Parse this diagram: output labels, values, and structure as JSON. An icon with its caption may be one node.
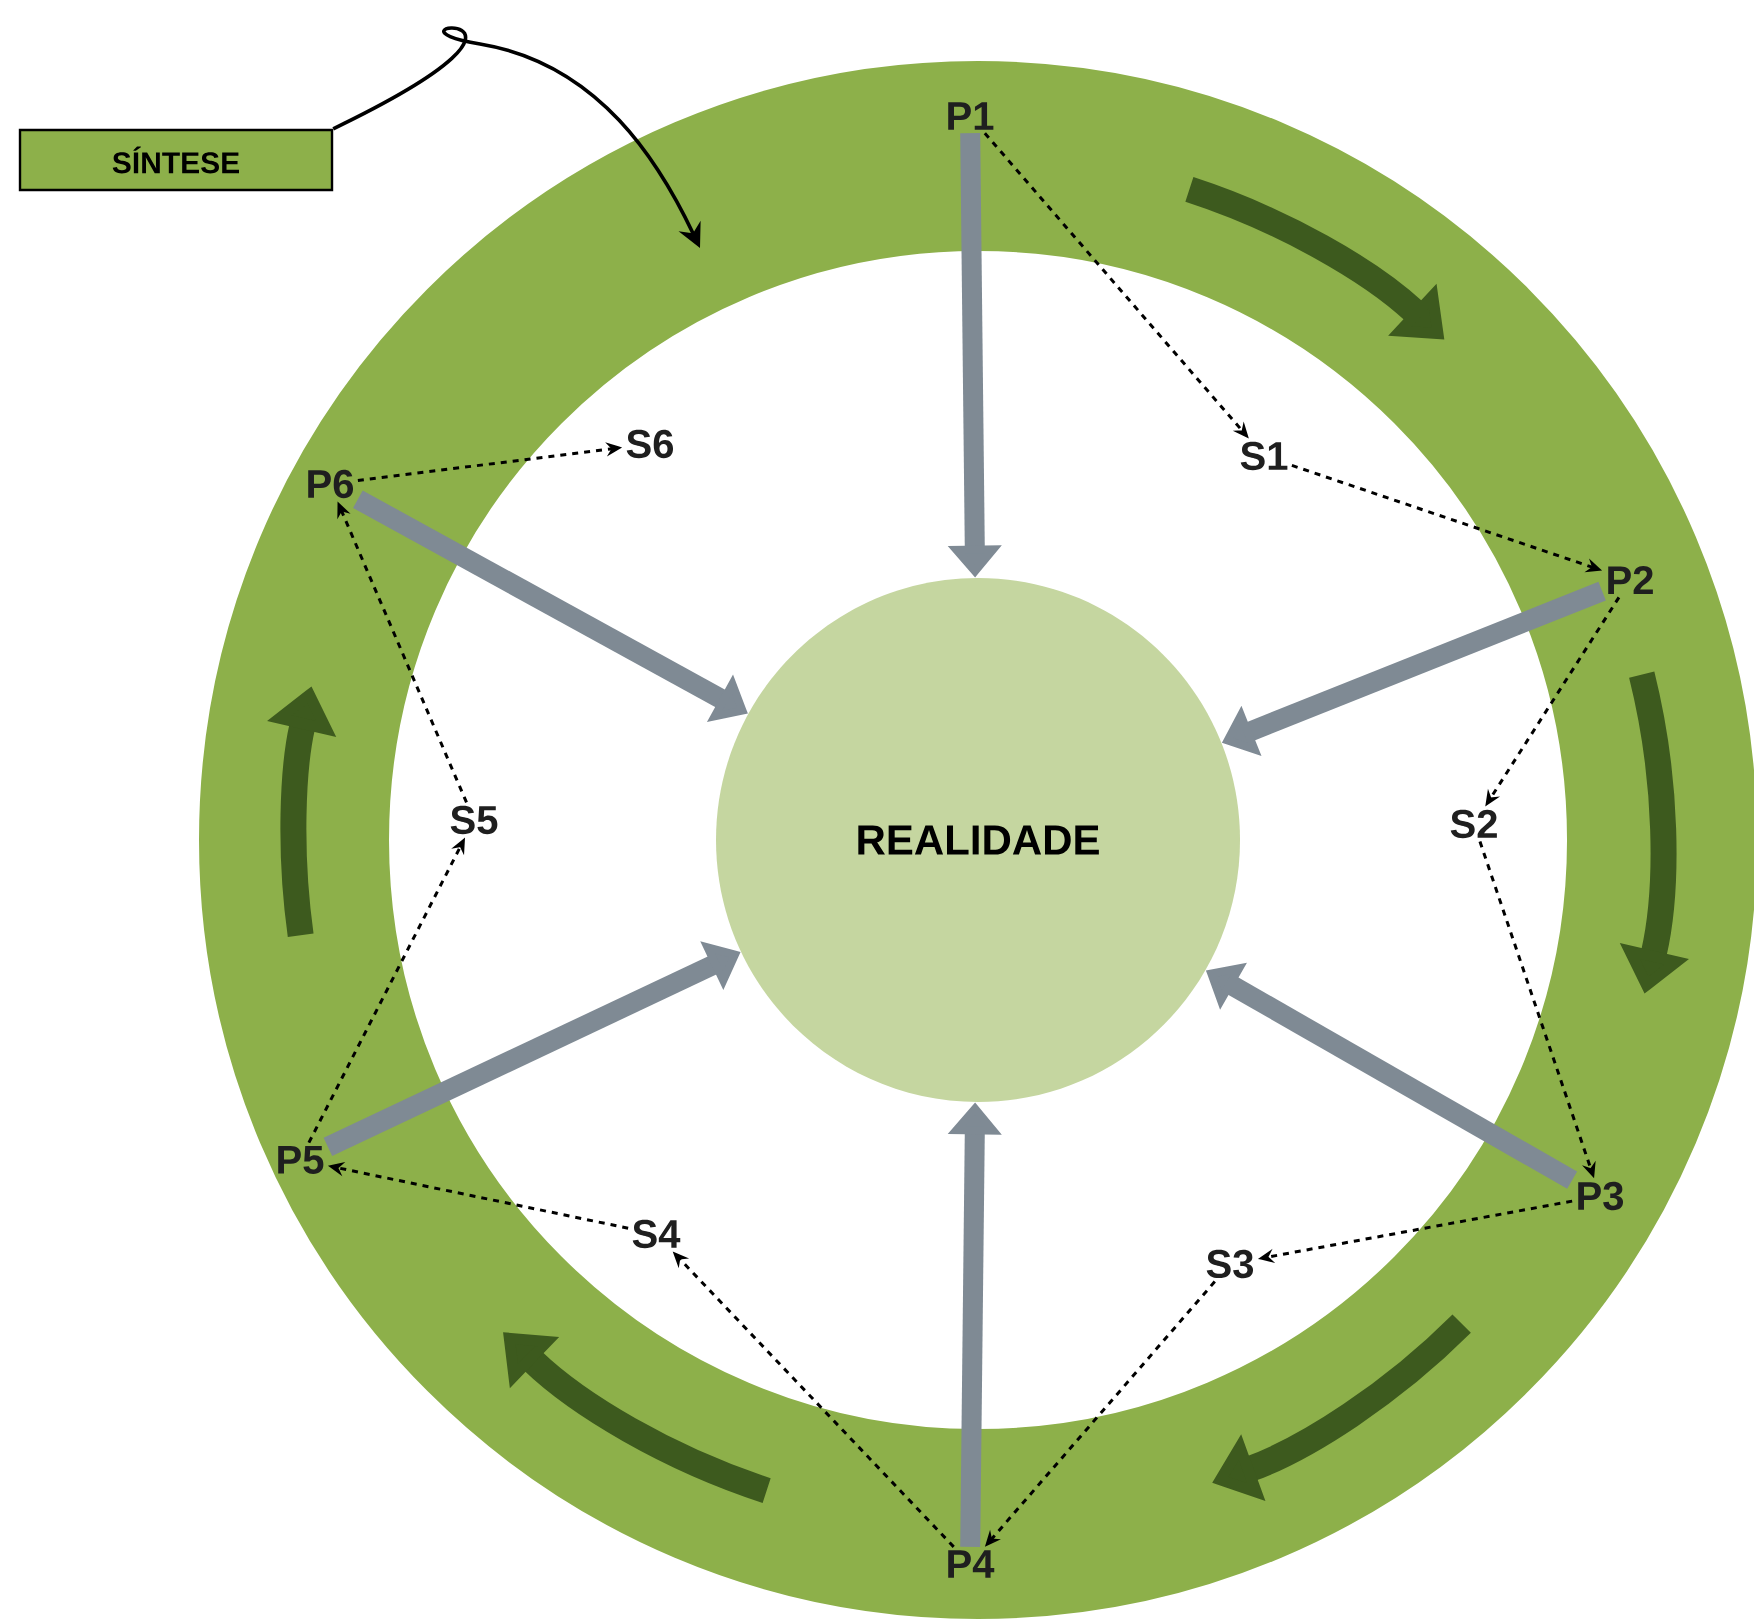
{
  "diagram": {
    "nodes": [
      {
        "text": [
          "SÍNTESE"
        ]
      },
      {
        "text": [
          "REALIDADE"
        ]
      },
      {
        "text": [
          "P1"
        ]
      },
      {
        "text": [
          "P2"
        ]
      },
      {
        "text": [
          "P3"
        ]
      },
      {
        "text": [
          "P4"
        ]
      },
      {
        "text": [
          "P5"
        ]
      },
      {
        "text": [
          "P6"
        ]
      },
      {
        "text": [
          "S1"
        ]
      },
      {
        "text": [
          "S2"
        ]
      },
      {
        "text": [
          "S3"
        ]
      },
      {
        "text": [
          "S4"
        ]
      },
      {
        "text": [
          "S5"
        ]
      },
      {
        "text": [
          "S6"
        ]
      }
    ],
    "edges": [
      {
        "from": 0,
        "to": null,
        "arrow": "to"
      },
      {
        "from": 2,
        "to": 1,
        "arrow": "to",
        "style": "thick",
        "color": "#7f8a94"
      },
      {
        "from": 3,
        "to": 1,
        "arrow": "to",
        "style": "thick",
        "color": "#7f8a94"
      },
      {
        "from": 4,
        "to": 1,
        "arrow": "to",
        "style": "thick",
        "color": "#7f8a94"
      },
      {
        "from": 5,
        "to": 1,
        "arrow": "to",
        "style": "thick",
        "color": "#7f8a94"
      },
      {
        "from": 6,
        "to": 1,
        "arrow": "to",
        "style": "thick",
        "color": "#7f8a94"
      },
      {
        "from": 7,
        "to": 1,
        "arrow": "to",
        "style": "thick",
        "color": "#7f8a94"
      },
      {
        "from": 2,
        "to": 8,
        "arrow": "to",
        "style": "dashed"
      },
      {
        "from": 8,
        "to": 3,
        "arrow": "to",
        "style": "dashed"
      },
      {
        "from": 3,
        "to": 9,
        "arrow": "to",
        "style": "dashed"
      },
      {
        "from": 9,
        "to": 4,
        "arrow": "to",
        "style": "dashed"
      },
      {
        "from": 4,
        "to": 10,
        "arrow": "to",
        "style": "dashed"
      },
      {
        "from": 10,
        "to": 5,
        "arrow": "to",
        "style": "dashed"
      },
      {
        "from": 5,
        "to": 11,
        "arrow": "to",
        "style": "dashed"
      },
      {
        "from": 11,
        "to": 6,
        "arrow": "to",
        "style": "dashed"
      },
      {
        "from": 6,
        "to": 12,
        "arrow": "to",
        "style": "dashed"
      },
      {
        "from": 12,
        "to": 7,
        "arrow": "to",
        "style": "dashed"
      },
      {
        "from": 7,
        "to": 13,
        "arrow": "to",
        "style": "dashed"
      }
    ]
  }
}
